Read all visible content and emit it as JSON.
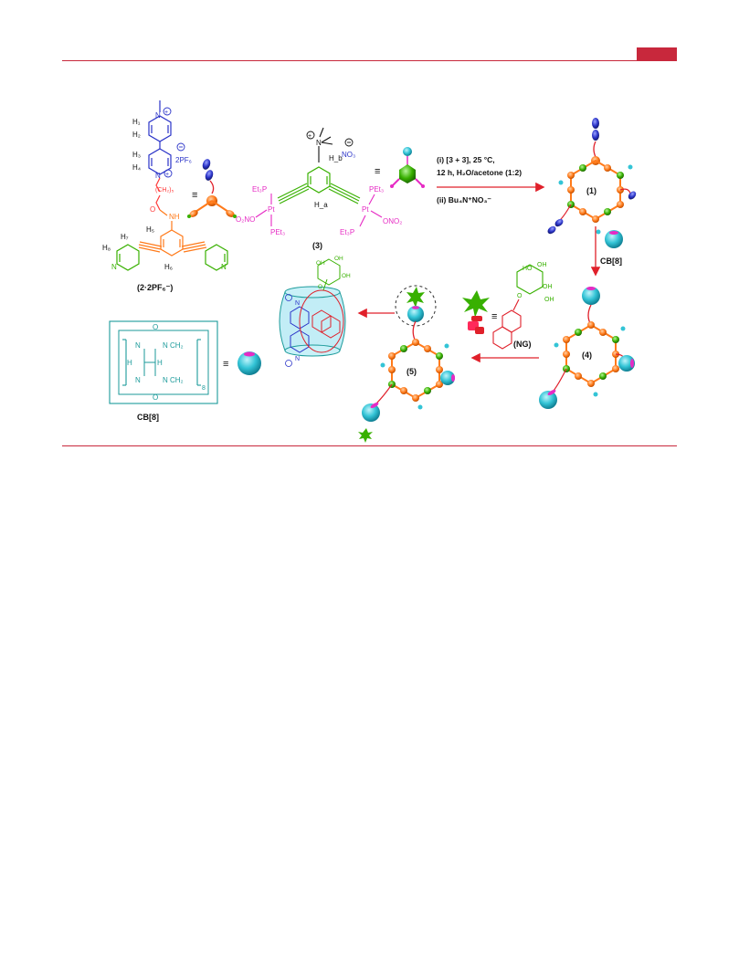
{
  "colors": {
    "rule": "#c8283c",
    "blue": "#2a33c8",
    "orange": "#ff7a1a",
    "magenta": "#e62bc4",
    "green": "#38b000",
    "teal": "#1b9a9a",
    "cyan": "#33c4d6",
    "red": "#e0202a",
    "black": "#111111"
  },
  "viologen": {
    "h1": "H₁",
    "h2": "H₂",
    "h3": "H₃",
    "h4": "H₄",
    "n_plus_1": "N",
    "n_plus_2": "N",
    "counter_ion": "2PF₆",
    "linker": "(CH₂)₅",
    "carbonyl": "O",
    "nh": "NH",
    "h5": "H₅",
    "h6": "H₆",
    "h7": "H₇",
    "h8": "H₈",
    "py_n_left": "N",
    "py_n_right": "N",
    "label": "(2·2PF₆⁻)"
  },
  "platinum": {
    "nme3": "N",
    "no3": "NO₃",
    "hb": "H_b",
    "ha": "H_a",
    "et3p_left_top": "Et₃P",
    "pt_left": "Pt",
    "ono2_left": "O₂NO",
    "pet3_left_bottom": "PEt₃",
    "pet3_right_top": "PEt₃",
    "pt_right": "Pt",
    "ono2_right": "ONO₂",
    "et3p_right_bottom": "Et₃P",
    "label": "(3)"
  },
  "equiv_symbol": "≡",
  "reaction": {
    "line1": "(i) [3 + 3], 25 °C,",
    "line2": "12 h, H₂O/acetone (1:2)",
    "line3": "(ii) Bu₄N⁺NO₃⁻"
  },
  "products": {
    "p1": "(1)",
    "cb8_step": "CB[8]",
    "p4": "(4)",
    "ng": "(NG)",
    "p5": "(5)"
  },
  "cb8_structure": {
    "n1": "N",
    "ch2_top": "CH₂",
    "n2": "N",
    "ch2_bottom": "CH₂",
    "n3": "N",
    "n4": "N",
    "h_left": "H",
    "h_right": "H",
    "o_top": "O",
    "o_bottom": "O",
    "subscript": "8",
    "label": "CB[8]"
  },
  "sugar": {
    "oh1": "OH",
    "oh2": "OH",
    "oh3": "HO",
    "oh4": "OH",
    "o_ring": "O",
    "o_link": "O"
  },
  "complex": {
    "n_plus": "N",
    "n_plus_2": "N"
  }
}
